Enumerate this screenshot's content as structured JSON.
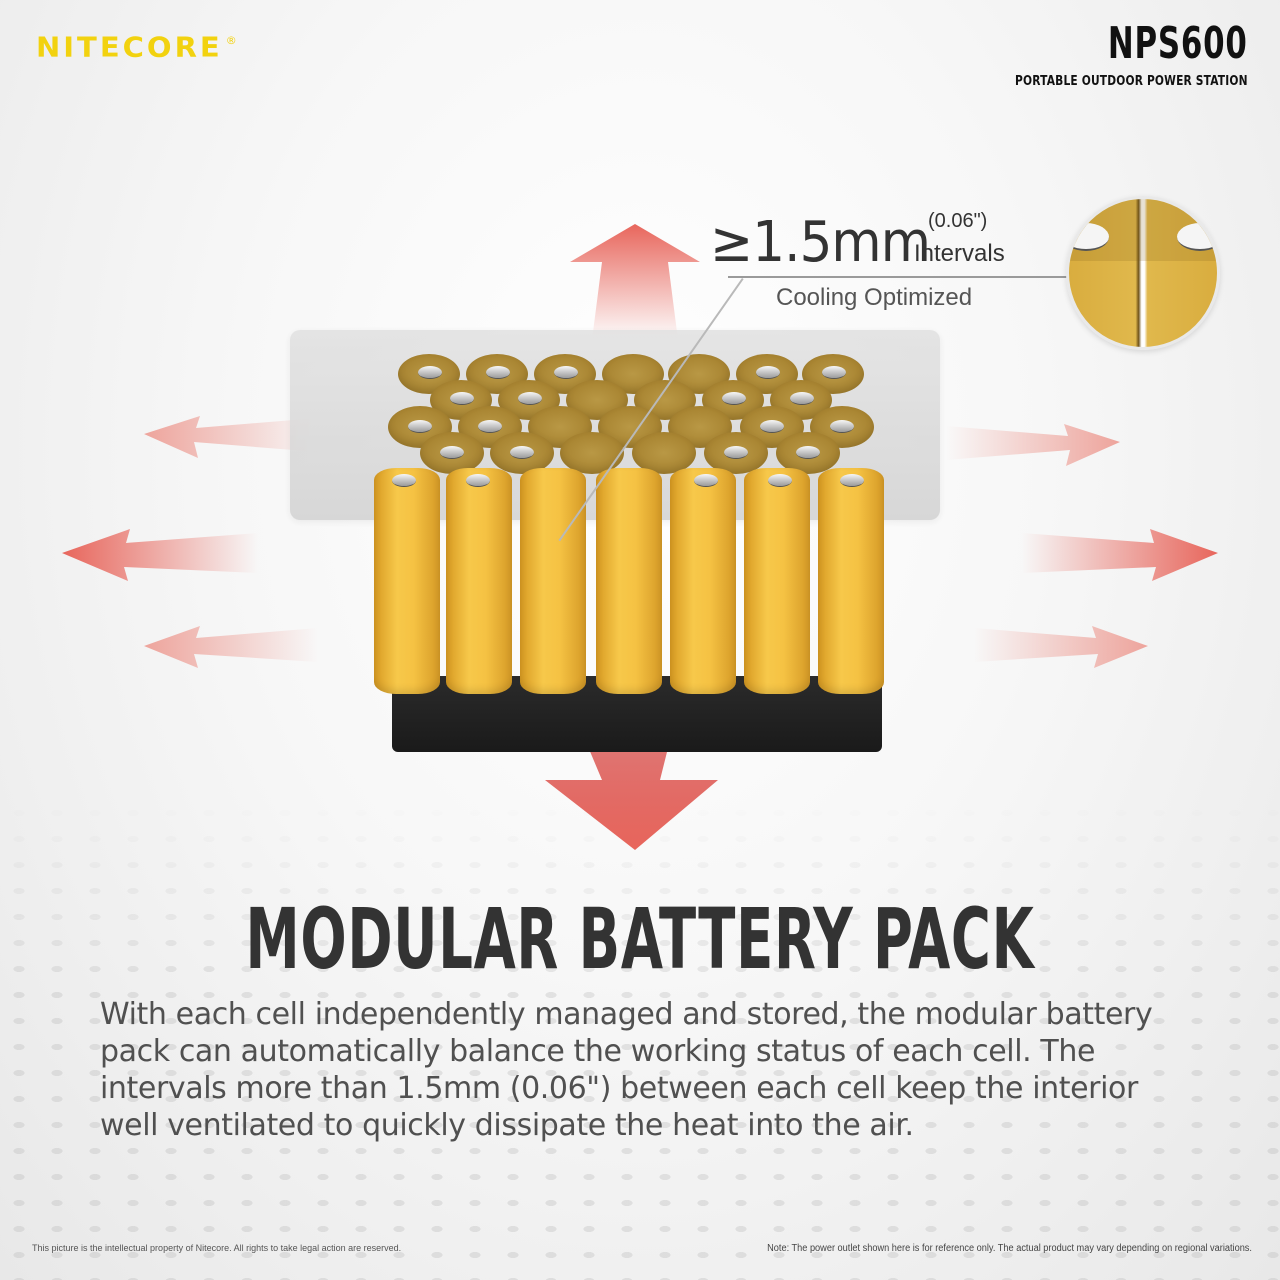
{
  "header": {
    "brand": "NITECORE",
    "brand_mark": "®",
    "model": "NPS600",
    "model_subtitle": "PORTABLE OUTDOOR POWER STATION"
  },
  "callout": {
    "symbol": "≥",
    "value": "1.5mm",
    "imperial": "(0.06\")",
    "unit_label": "Intervals",
    "caption": "Cooling Optimized"
  },
  "illustration": {
    "subject": "battery-pack-cells",
    "cell_rows": 5,
    "cells_per_row": [
      7,
      6,
      7,
      6,
      7
    ],
    "heat_arrows": [
      "up",
      "down",
      "left-top",
      "left-middle",
      "left-bottom",
      "right-top",
      "right-middle",
      "right-bottom"
    ],
    "colors": {
      "brand_yellow": "#f2d20f",
      "cell_gold": "#f5c243",
      "arrow_red": "#e8665c",
      "tray_black": "#1f1f1f",
      "title_gray": "#333333"
    }
  },
  "main": {
    "title": "MODULAR BATTERY PACK",
    "body": "With each cell independently managed and stored, the modular battery pack can automatically balance the working status of each cell. The intervals more than 1.5mm (0.06\") between each cell keep the interior well ventilated to quickly dissipate the heat into the air."
  },
  "footer": {
    "copyright": "This picture is the intellectual property of Nitecore. All rights to take legal action are reserved.",
    "note": "Note: The power outlet shown here is for reference only. The actual product may vary depending on regional variations."
  }
}
